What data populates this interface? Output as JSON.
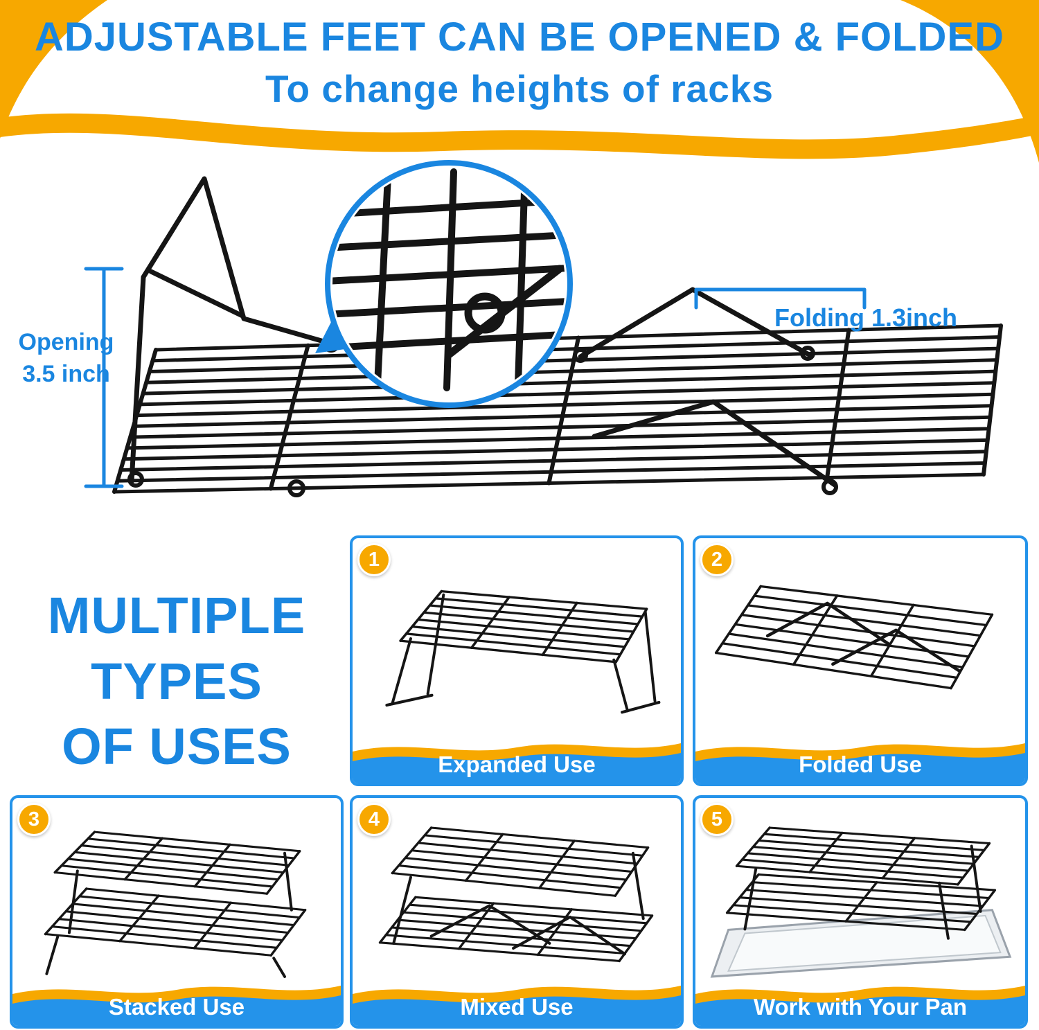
{
  "header": {
    "title_line1": "ADJUSTABLE FEET CAN BE OPENED & FOLDED",
    "title_line2": "To change heights of racks"
  },
  "diagram": {
    "opening_label_line1": "Opening",
    "opening_label_line2": "3.5 inch",
    "folding_label": "Folding 1.3inch"
  },
  "section_title": {
    "line1": "MULTIPLE",
    "line2": "TYPES",
    "line3": "OF USES"
  },
  "panels": [
    {
      "number": "1",
      "caption": "Expanded Use"
    },
    {
      "number": "2",
      "caption": "Folded Use"
    },
    {
      "number": "3",
      "caption": "Stacked Use"
    },
    {
      "number": "4",
      "caption": "Mixed Use"
    },
    {
      "number": "5",
      "caption": "Work with Your Pan"
    }
  ],
  "colors": {
    "primary_blue": "#1a86e0",
    "band_blue": "#2493ea",
    "accent_yellow": "#f7a800",
    "wire_black": "#151515"
  }
}
